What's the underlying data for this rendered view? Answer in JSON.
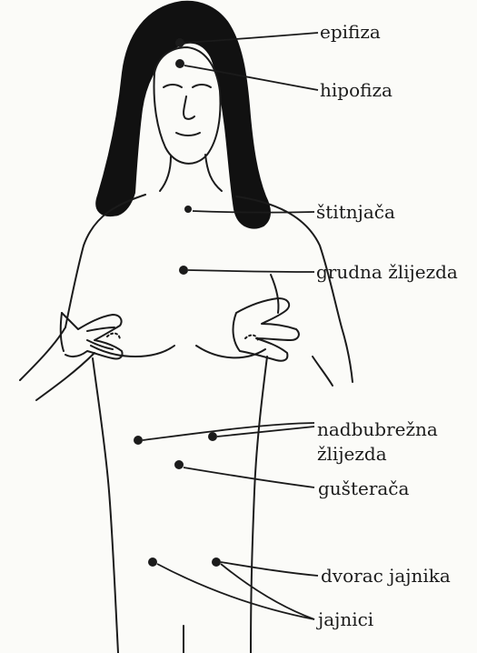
{
  "labels": {
    "epifiza": "epifiza",
    "hipofiza": "hipofiza",
    "stitnjaca": "štitnjača",
    "grudna_zlijezda": "grudna žlijezda",
    "nadbubrezna_line1": "nadbubrežna",
    "nadbubrezna_line2": "žlijezda",
    "gusteraca": "gušterača",
    "dvorac_jajnika": "dvorac jajnika",
    "jajnici": "jajnici"
  },
  "colors": {
    "ink": "#1b1b1b",
    "hair": "#111111",
    "paper": "#fbfbf8"
  }
}
